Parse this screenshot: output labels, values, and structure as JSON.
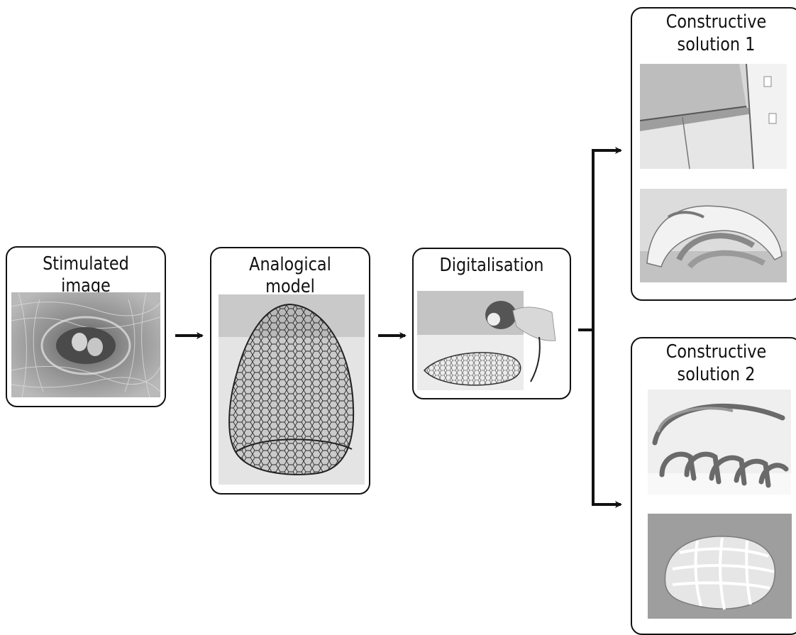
{
  "diagram": {
    "nodes": [
      {
        "id": "stimulated-image",
        "label": "Stimulated image",
        "photos": [
          "bird nest with two eggs"
        ]
      },
      {
        "id": "analogical-model",
        "label": "Analogical model",
        "photos": [
          "wire mesh model"
        ]
      },
      {
        "id": "digitalisation",
        "label": "Digitalisation",
        "photos": [
          "3D scanning of the mesh"
        ]
      },
      {
        "id": "constructive-solution-1",
        "label_lines": [
          "Constructive",
          "solution 1"
        ],
        "photos": [
          "interlocking plywood panels",
          "curved panel assembly"
        ]
      },
      {
        "id": "constructive-solution-2",
        "label_lines": [
          "Constructive",
          "solution 2"
        ],
        "photos": [
          "ribbed arch structure",
          "gridded shell model"
        ]
      }
    ],
    "edges": [
      {
        "from": "stimulated-image",
        "to": "analogical-model"
      },
      {
        "from": "analogical-model",
        "to": "digitalisation"
      },
      {
        "from": "digitalisation",
        "to": "constructive-solution-1"
      },
      {
        "from": "digitalisation",
        "to": "constructive-solution-2"
      }
    ]
  },
  "colors": {
    "stroke": "#111111",
    "background": "#ffffff"
  }
}
